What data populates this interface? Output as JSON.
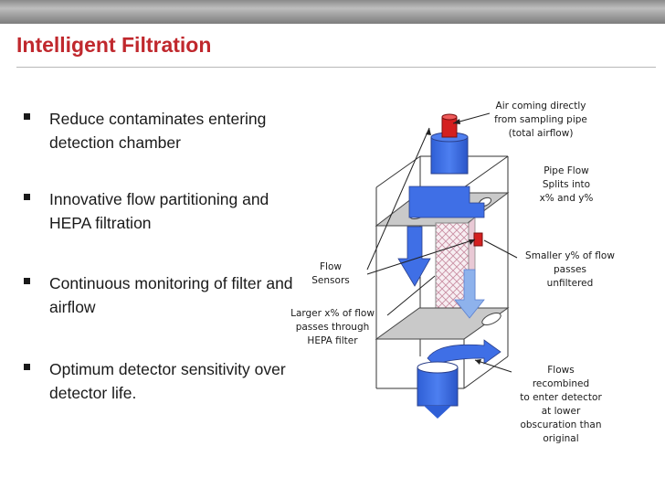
{
  "header": {
    "title": "Intelligent Filtration"
  },
  "bullets": [
    {
      "text": "Reduce contaminates entering detection chamber"
    },
    {
      "text": "Innovative flow partitioning and HEPA filtration"
    },
    {
      "text": "Continuous monitoring of filter and airflow"
    },
    {
      "text": "Optimum detector sensitivity over detector life."
    }
  ],
  "diagram": {
    "labels": {
      "air_in": [
        "Air coming directly",
        "from sampling pipe",
        "(total airflow)"
      ],
      "pipe_split": [
        "Pipe Flow",
        "Splits into",
        "x% and y%"
      ],
      "smaller": [
        "Smaller y% of flow",
        "passes",
        "unfiltered"
      ],
      "sensors": [
        "Flow",
        "Sensors"
      ],
      "larger": [
        "Larger x% of flow",
        "passes through",
        "HEPA filter"
      ],
      "recombined": [
        "Flows",
        "recombined",
        "to enter detector",
        "at lower",
        "obscuration than",
        "original"
      ]
    },
    "colors": {
      "flow": "#3f6fe6",
      "flow_light": "#8eb2ec",
      "sensor": "#d42020",
      "filter_mesh": "#d7a3b4",
      "title": "#c0282d"
    }
  }
}
